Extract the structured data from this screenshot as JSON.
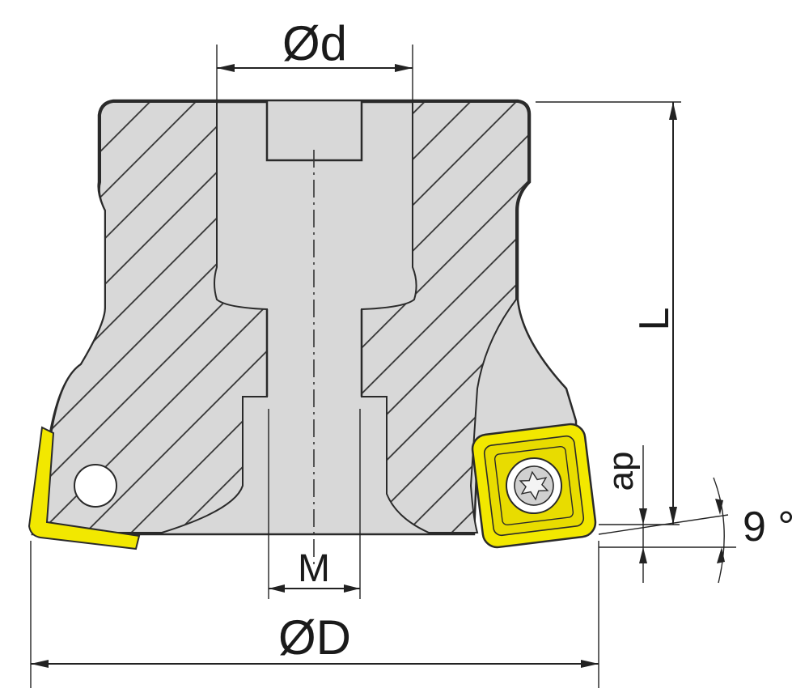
{
  "labels": {
    "d": "Ød",
    "D": "ØD",
    "L": "L",
    "M": "M",
    "ap": "ap",
    "angle": "9 °"
  },
  "colors": {
    "body": "#d8d8d8",
    "hatch": "#303030",
    "insert": "#f2e800",
    "insert_dark": "#c8bc00",
    "outline": "#2a2a2a"
  }
}
